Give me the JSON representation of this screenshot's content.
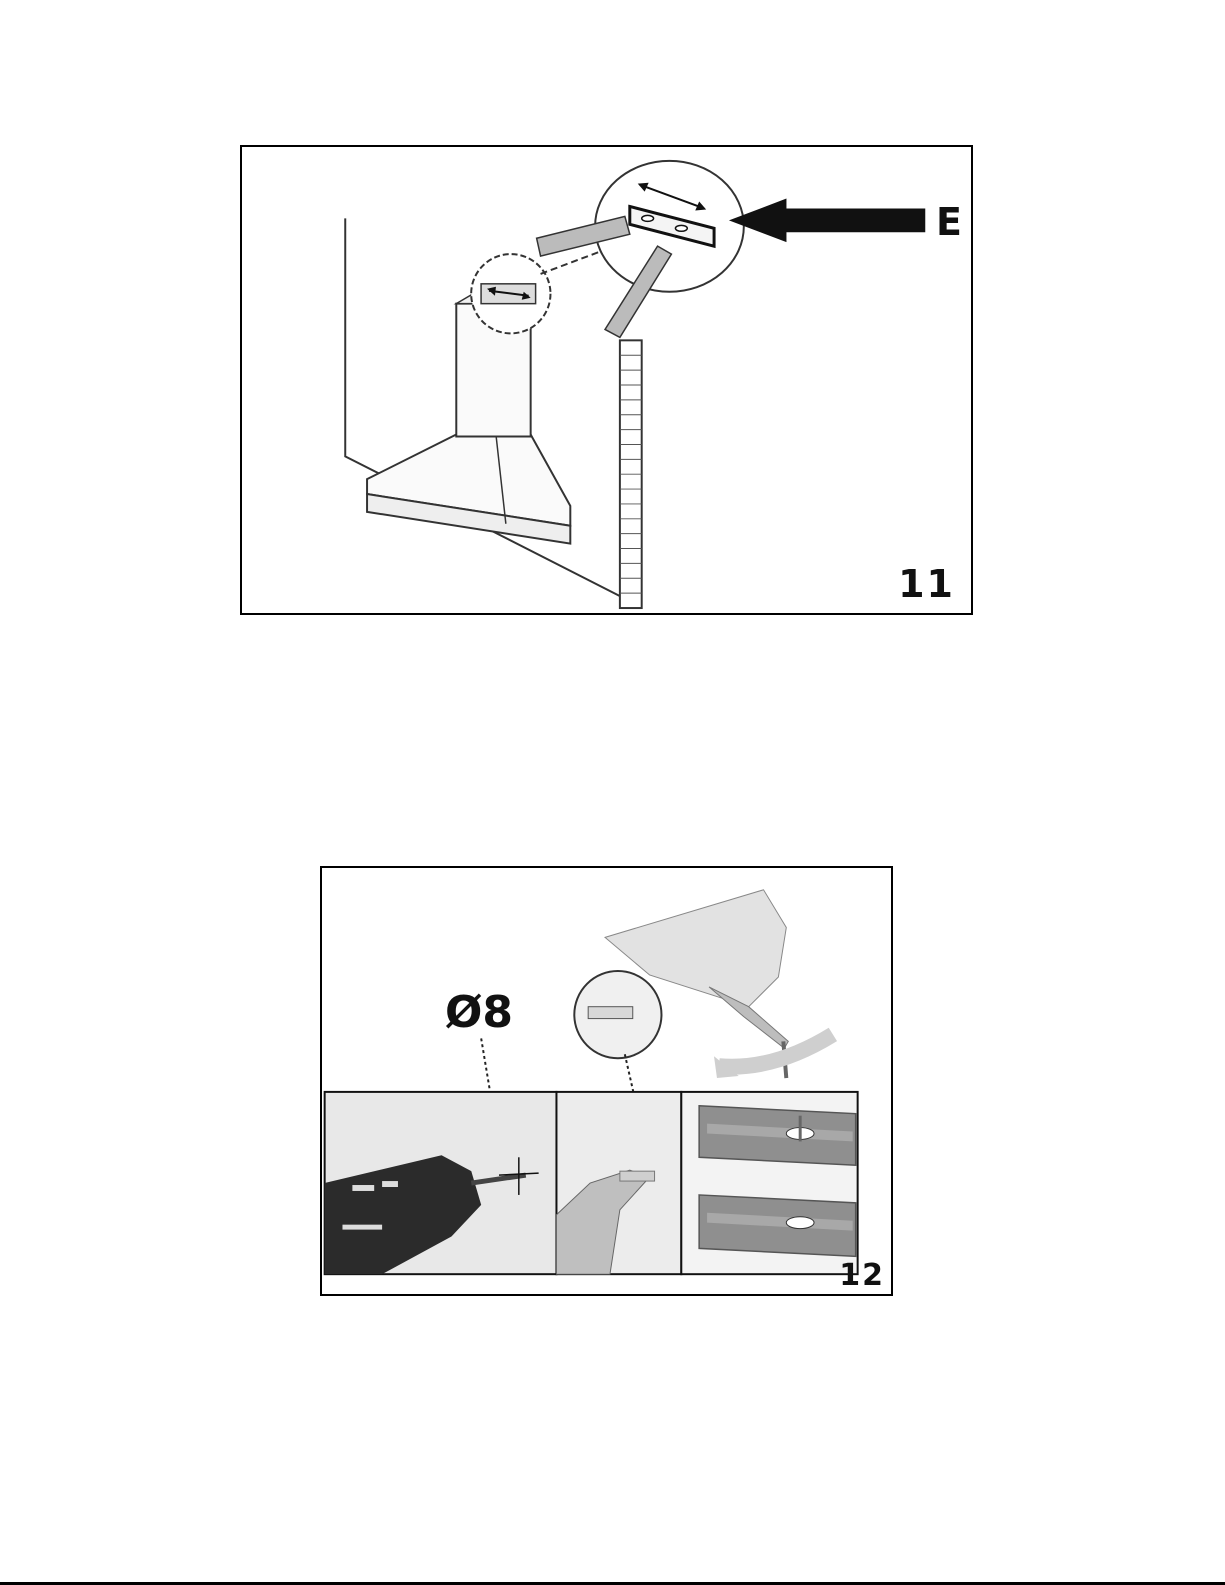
{
  "figure11": {
    "number": "11",
    "callout": "E"
  },
  "figure12": {
    "number": "12",
    "callout": "Ø8"
  },
  "colors": {
    "ink": "#111111",
    "paper": "#ffffff",
    "wall_photo": "#e6e6e6",
    "bracket": "#8a8a8a"
  }
}
